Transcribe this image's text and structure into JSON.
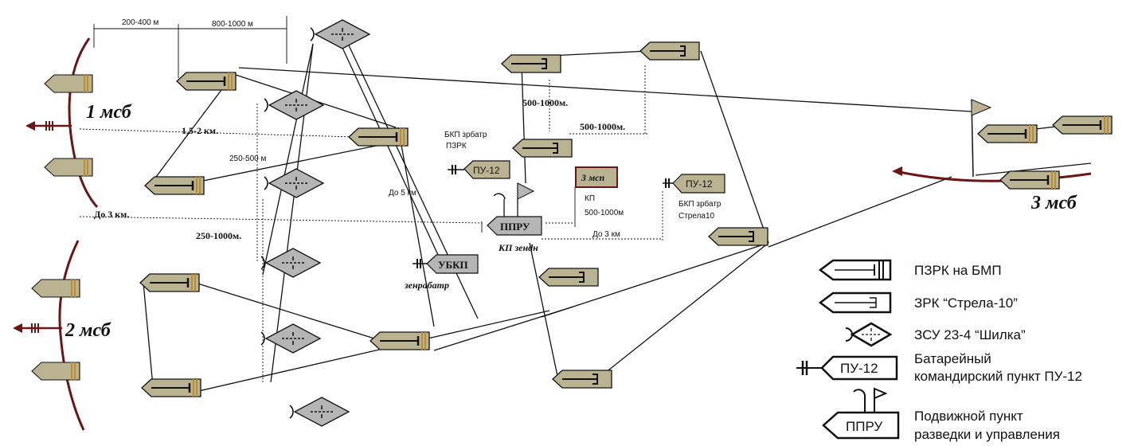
{
  "units": {
    "msb1": "1 мсб",
    "msb2": "2 мсб",
    "msb3": "3 мсб"
  },
  "distances": {
    "d200_400": "200-400 м",
    "d800_1000": "800-1000 м",
    "d15_2": "1,5-2 км.",
    "d250_500": "250-500 м",
    "do3km_left": "До 3 км.",
    "d250_1000": "250-1000м.",
    "do5km": "До 5 км",
    "d500_1000_a": "500-1000м.",
    "d500_1000_b": "500-1000м.",
    "kp_500_1000": "500-1000м",
    "do3km_right": "До 3 км"
  },
  "labels": {
    "bkp_pzrk_1": "БКП зрбатр",
    "bkp_pzrk_2": "ПЗРК",
    "pu12": "ПУ-12",
    "ubkp": "УБКП",
    "zenrabatr": "зенрабатр",
    "ppru": "ППРУ",
    "kp_zenit": "КП зенdн",
    "msp3": "3 мсп",
    "kp": "КП",
    "bkp_strela_1": "БКП зрбатр",
    "bkp_strela_2": "Стрела10"
  },
  "legend": {
    "pzrk": "ПЗРК на БМП",
    "strela": "ЗРК “Стрела-10”",
    "shilka": "ЗСУ 23-4 “Шилка”",
    "pu12_label": "ПУ-12",
    "pu12_line1": "Батарейный",
    "pu12_line2": "командирский пункт ПУ-12",
    "ppru_label": "ППРУ",
    "ppru_line1": "Подвижной пункт",
    "ppru_line2": "разведки и управления"
  },
  "colors": {
    "fill": "#b9b392",
    "fill_dark": "#a8a283",
    "grey": "#b5b5b5",
    "maroon": "#6b1515",
    "pink": "#e9c6c6",
    "orange": "#d9a13a"
  }
}
